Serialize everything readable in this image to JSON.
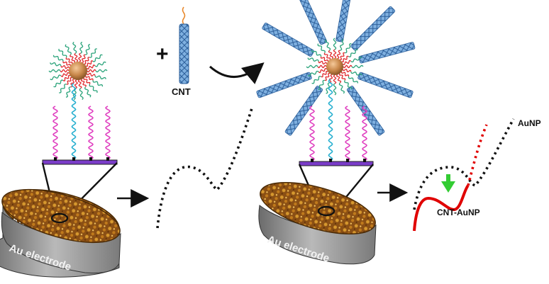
{
  "labels": {
    "cnt": "CNT",
    "plus": "+",
    "electrode_left": "Au electrode",
    "electrode_right": "Au electrode",
    "aunp": "AuNP",
    "cnt_aunp": "CNT-AuNP"
  },
  "colors": {
    "nanoparticle": "#c8874a",
    "red_ligand": "#e0282d",
    "green_ligand": "#2aa37a",
    "magenta_strand": "#e040c0",
    "cyan_strand": "#28b0d0",
    "cnt_tube": "#5a8fc8",
    "electrode_surface": "#7a4410",
    "electrode_side": "#9a9a9a",
    "purple_layer": "#7a3cc8",
    "green_arrow": "#33cc33",
    "red_curve": "#e00000"
  },
  "icons": {
    "arrow_reaction": "curved-arrow-icon",
    "arrow_left": "right-arrow-icon",
    "arrow_right": "right-arrow-icon",
    "arrow_down": "down-arrow-icon"
  }
}
